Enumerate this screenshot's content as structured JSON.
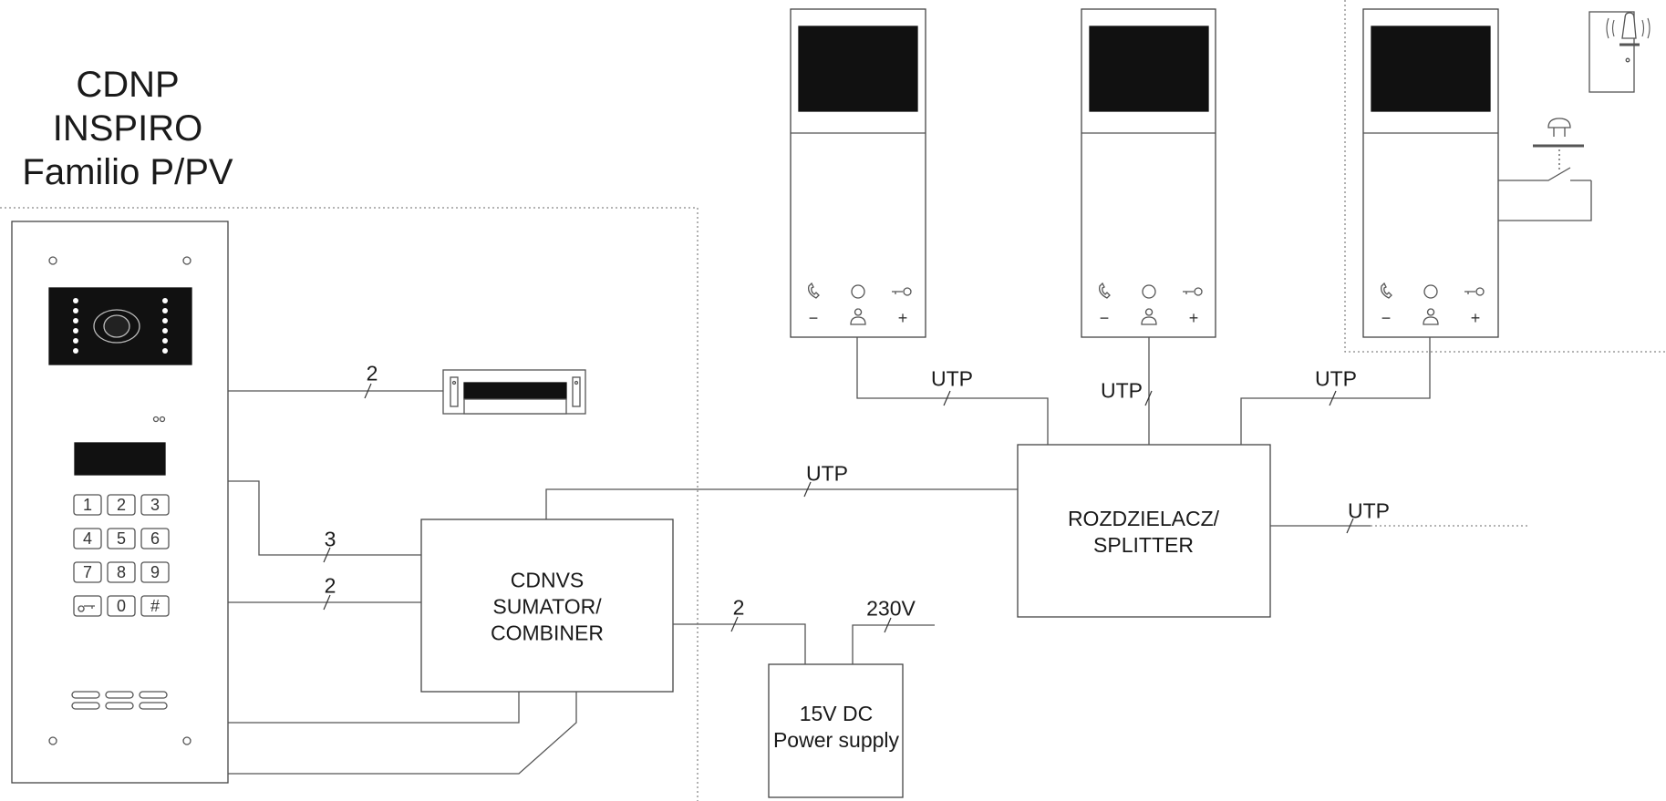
{
  "title": {
    "line1": "CDNP",
    "line2": "INSPIRO",
    "line3": "Familio P/PV"
  },
  "keypad": [
    "1",
    "2",
    "3",
    "4",
    "5",
    "6",
    "7",
    "8",
    "9",
    "",
    "0",
    "#"
  ],
  "boxes": {
    "combiner": {
      "line1": "CDNVS",
      "line2": "SUMATOR/",
      "line3": "COMBINER"
    },
    "splitter": {
      "line1": "ROZDZIELACZ/",
      "line2": "SPLITTER"
    },
    "power": {
      "line1": "15V DC",
      "line2": "Power supply"
    }
  },
  "wires": {
    "lock": "2",
    "panel_combiner_a": "3",
    "panel_combiner_b": "2",
    "combiner_power": "2",
    "mains": "230V",
    "combiner_splitter": "UTP",
    "monitor1": "UTP",
    "monitor2": "UTP",
    "monitor3": "UTP",
    "splitter_out": "UTP"
  },
  "monitor_buttons": {
    "minus": "−",
    "plus": "+"
  }
}
